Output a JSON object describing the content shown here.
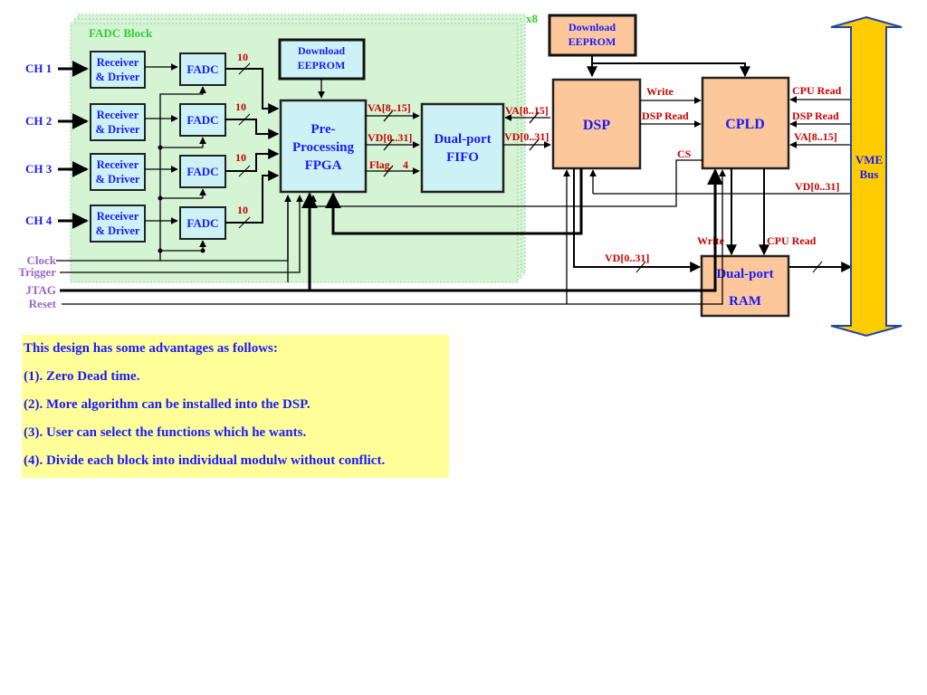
{
  "fadc_block": {
    "title": "FADC Block",
    "multiplier": "x8"
  },
  "inputs": {
    "channels": [
      "CH 1",
      "CH 2",
      "CH 3",
      "CH 4"
    ],
    "clock": "Clock",
    "trigger": "Trigger",
    "jtag": "JTAG",
    "reset": "Reset"
  },
  "blocks": {
    "receiver": "Receiver",
    "receiver_line2": "& Driver",
    "fadc": "FADC",
    "eeprom_1": "Download",
    "eeprom_2": "EEPROM",
    "fpga_1": "Pre-",
    "fpga_2": "Processing",
    "fpga_3": "FPGA",
    "fifo_1": "Dual-port",
    "fifo_2": "FIFO",
    "dsp": "DSP",
    "cpld": "CPLD",
    "ram_1": "Dual-port",
    "ram_2": "RAM",
    "vme_1": "VME",
    "vme_2": "Bus"
  },
  "signals": {
    "bus_width": "10",
    "va_8_15": "VA[8..15]",
    "vd_0_31": "VD[0..31]",
    "flag": "Flag",
    "flag_width": "4",
    "va_8_15_b": "VA[8..15]",
    "vd_0_31_b": "VD[0..31]",
    "write": "Write",
    "dsp_read": "DSP Read",
    "cs": "CS",
    "cpu_read": "CPU Read",
    "dsp_read_b": "DSP Read",
    "va_8_15_c": "VA[8..15]",
    "vd_0_31_c": "VD[0..31]",
    "write_b": "Write",
    "cpu_read_b": "CPU Read",
    "vd_0_31_d": "VD[0..31]"
  },
  "note": {
    "lines": [
      "This design has some advantages as follows:",
      "(1). Zero Dead time.",
      "(2). More algorithm can be installed into the DSP.",
      "(3). User can select the functions which he wants.",
      "(4). Divide each block into individual modulw without conflict."
    ]
  }
}
